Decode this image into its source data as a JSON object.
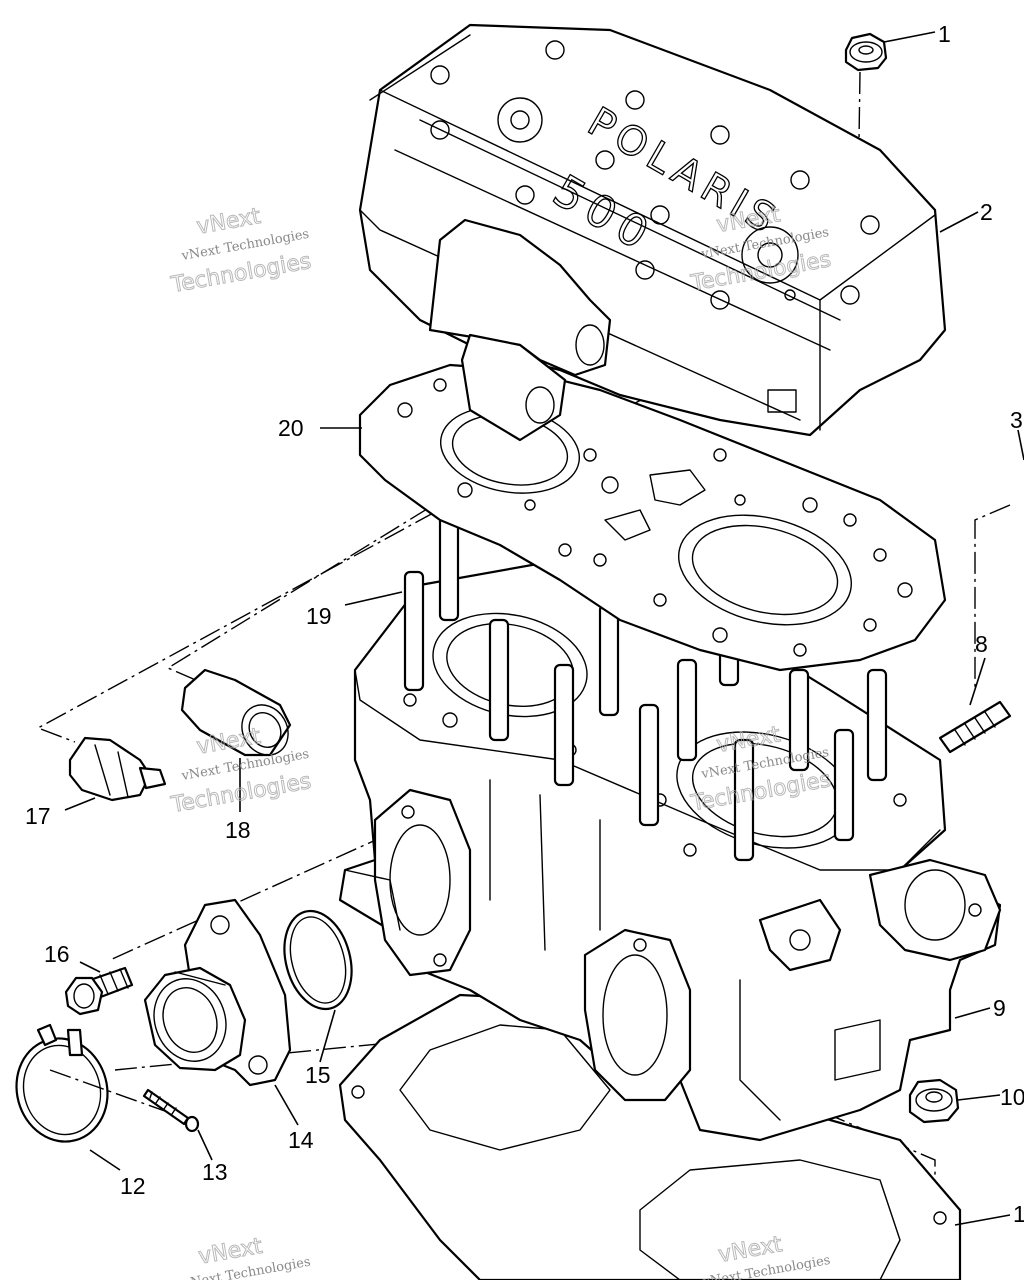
{
  "watermark": {
    "line1": "vNext",
    "line2": "vNext Technologies",
    "line3": "Technologies"
  },
  "embossing": {
    "brand": "POLARIS",
    "model": "500"
  },
  "callouts": [
    {
      "label": "1"
    },
    {
      "label": "2"
    },
    {
      "label": "3"
    },
    {
      "label": "8"
    },
    {
      "label": "9"
    },
    {
      "label": "10"
    },
    {
      "label": "1"
    },
    {
      "label": "12"
    },
    {
      "label": "13"
    },
    {
      "label": "14"
    },
    {
      "label": "15"
    },
    {
      "label": "16"
    },
    {
      "label": "17"
    },
    {
      "label": "18"
    },
    {
      "label": "19"
    },
    {
      "label": "20"
    }
  ]
}
